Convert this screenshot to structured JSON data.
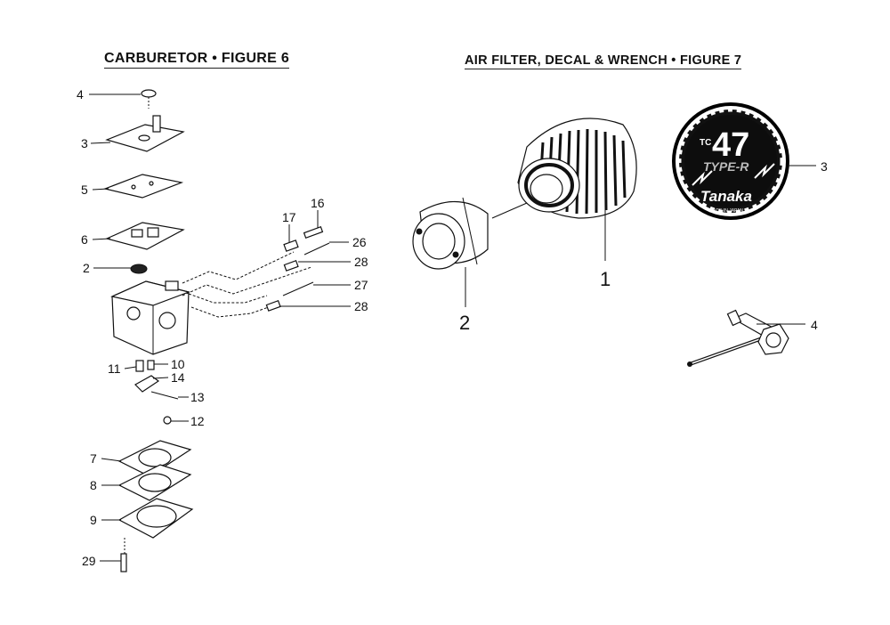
{
  "fig6": {
    "title": "CARBURETOR  •  FIGURE 6"
  },
  "fig7": {
    "title": "AIR FILTER, DECAL & WRENCH  •  FIGURE 7"
  },
  "fig6_callouts": [
    "4",
    "3",
    "5",
    "6",
    "2",
    "16",
    "17",
    "26",
    "28",
    "27",
    "28",
    "11",
    "10",
    "14",
    "13",
    "12",
    "7",
    "8",
    "9",
    "29"
  ],
  "fig7_callouts": [
    "1",
    "2",
    "3",
    "4"
  ],
  "decal": {
    "model_prefix": "TC",
    "model_number": "47",
    "type_text": "TYPE-R",
    "brand": "Tanaka",
    "made_in": "MADE IN JAPAN"
  }
}
